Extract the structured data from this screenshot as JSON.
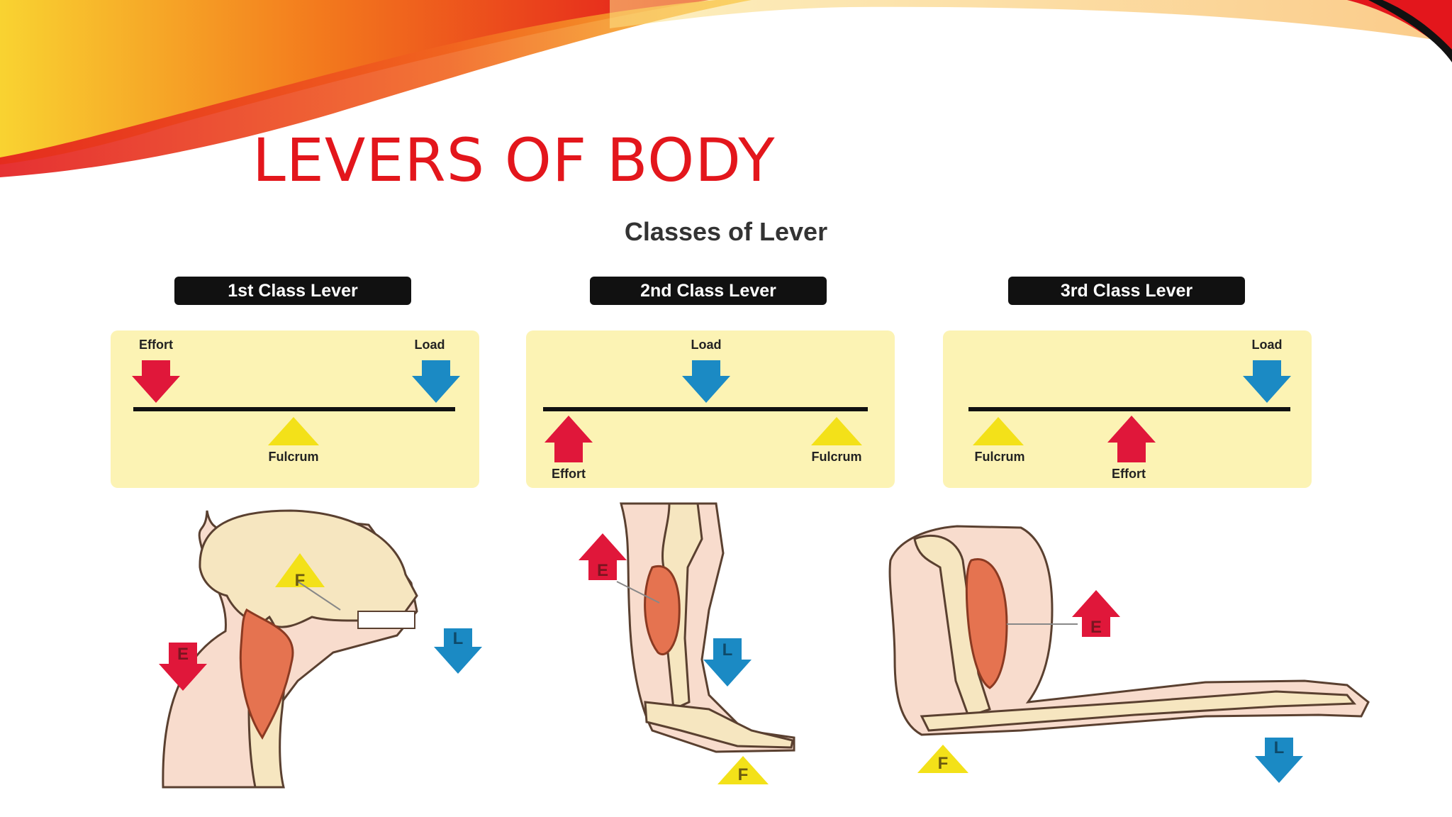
{
  "slide": {
    "title": "LEVERS OF BODY"
  },
  "diagram": {
    "title": "Classes of Lever",
    "labels": {
      "effort": "Effort",
      "load": "Load",
      "fulcrum": "Fulcrum",
      "fulcrum_letter": "F",
      "effort_letter": "E",
      "load_letter": "L"
    },
    "classes": [
      {
        "label": "1st Class Lever",
        "example": "head and neck"
      },
      {
        "label": "2nd Class Lever",
        "example": "lower leg and foot"
      },
      {
        "label": "3rd Class Lever",
        "example": "arm and forearm"
      }
    ]
  },
  "colors": {
    "title": "#e3161c",
    "panel": "#fcf3b4",
    "effort_arrow": "#e0173a",
    "load_arrow": "#1b8ac4",
    "fulcrum": "#f3e119",
    "bone": "#f6e6c0",
    "skin": "#f8dccd",
    "muscle": "#e57350"
  }
}
